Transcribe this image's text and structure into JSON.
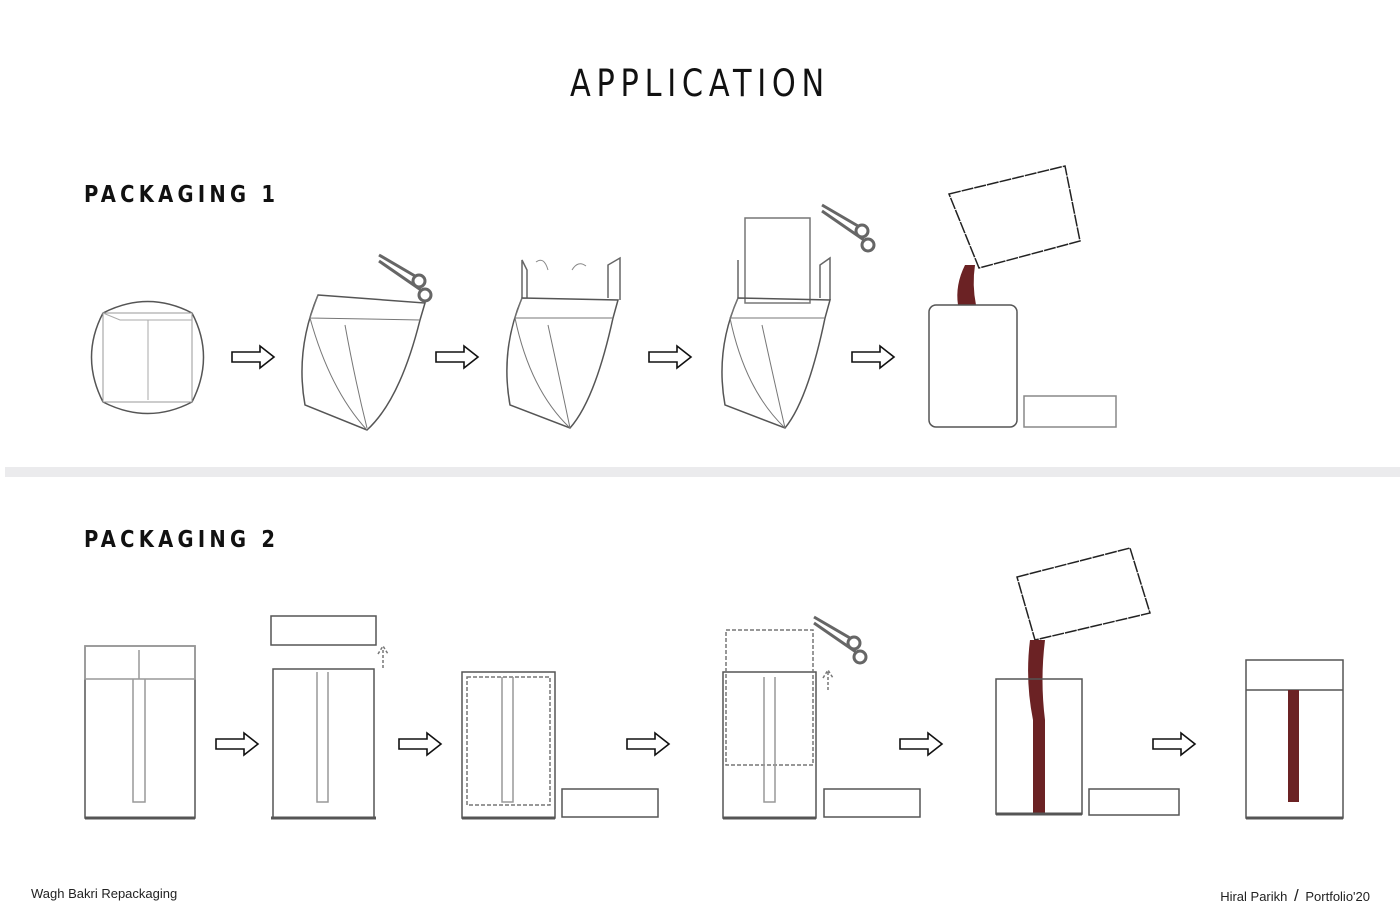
{
  "title": "APPLICATION",
  "sections": [
    {
      "label": "PACKAGING 1",
      "steps": 5
    },
    {
      "label": "PACKAGING 2",
      "steps": 6
    }
  ],
  "footer": {
    "left": "Wagh Bakri Repackaging",
    "author": "Hiral Parikh",
    "separator": "/",
    "right": "Portfolio'20"
  },
  "colors": {
    "line": "#555555",
    "tea": "#6b2224",
    "band": "#ebebed"
  }
}
